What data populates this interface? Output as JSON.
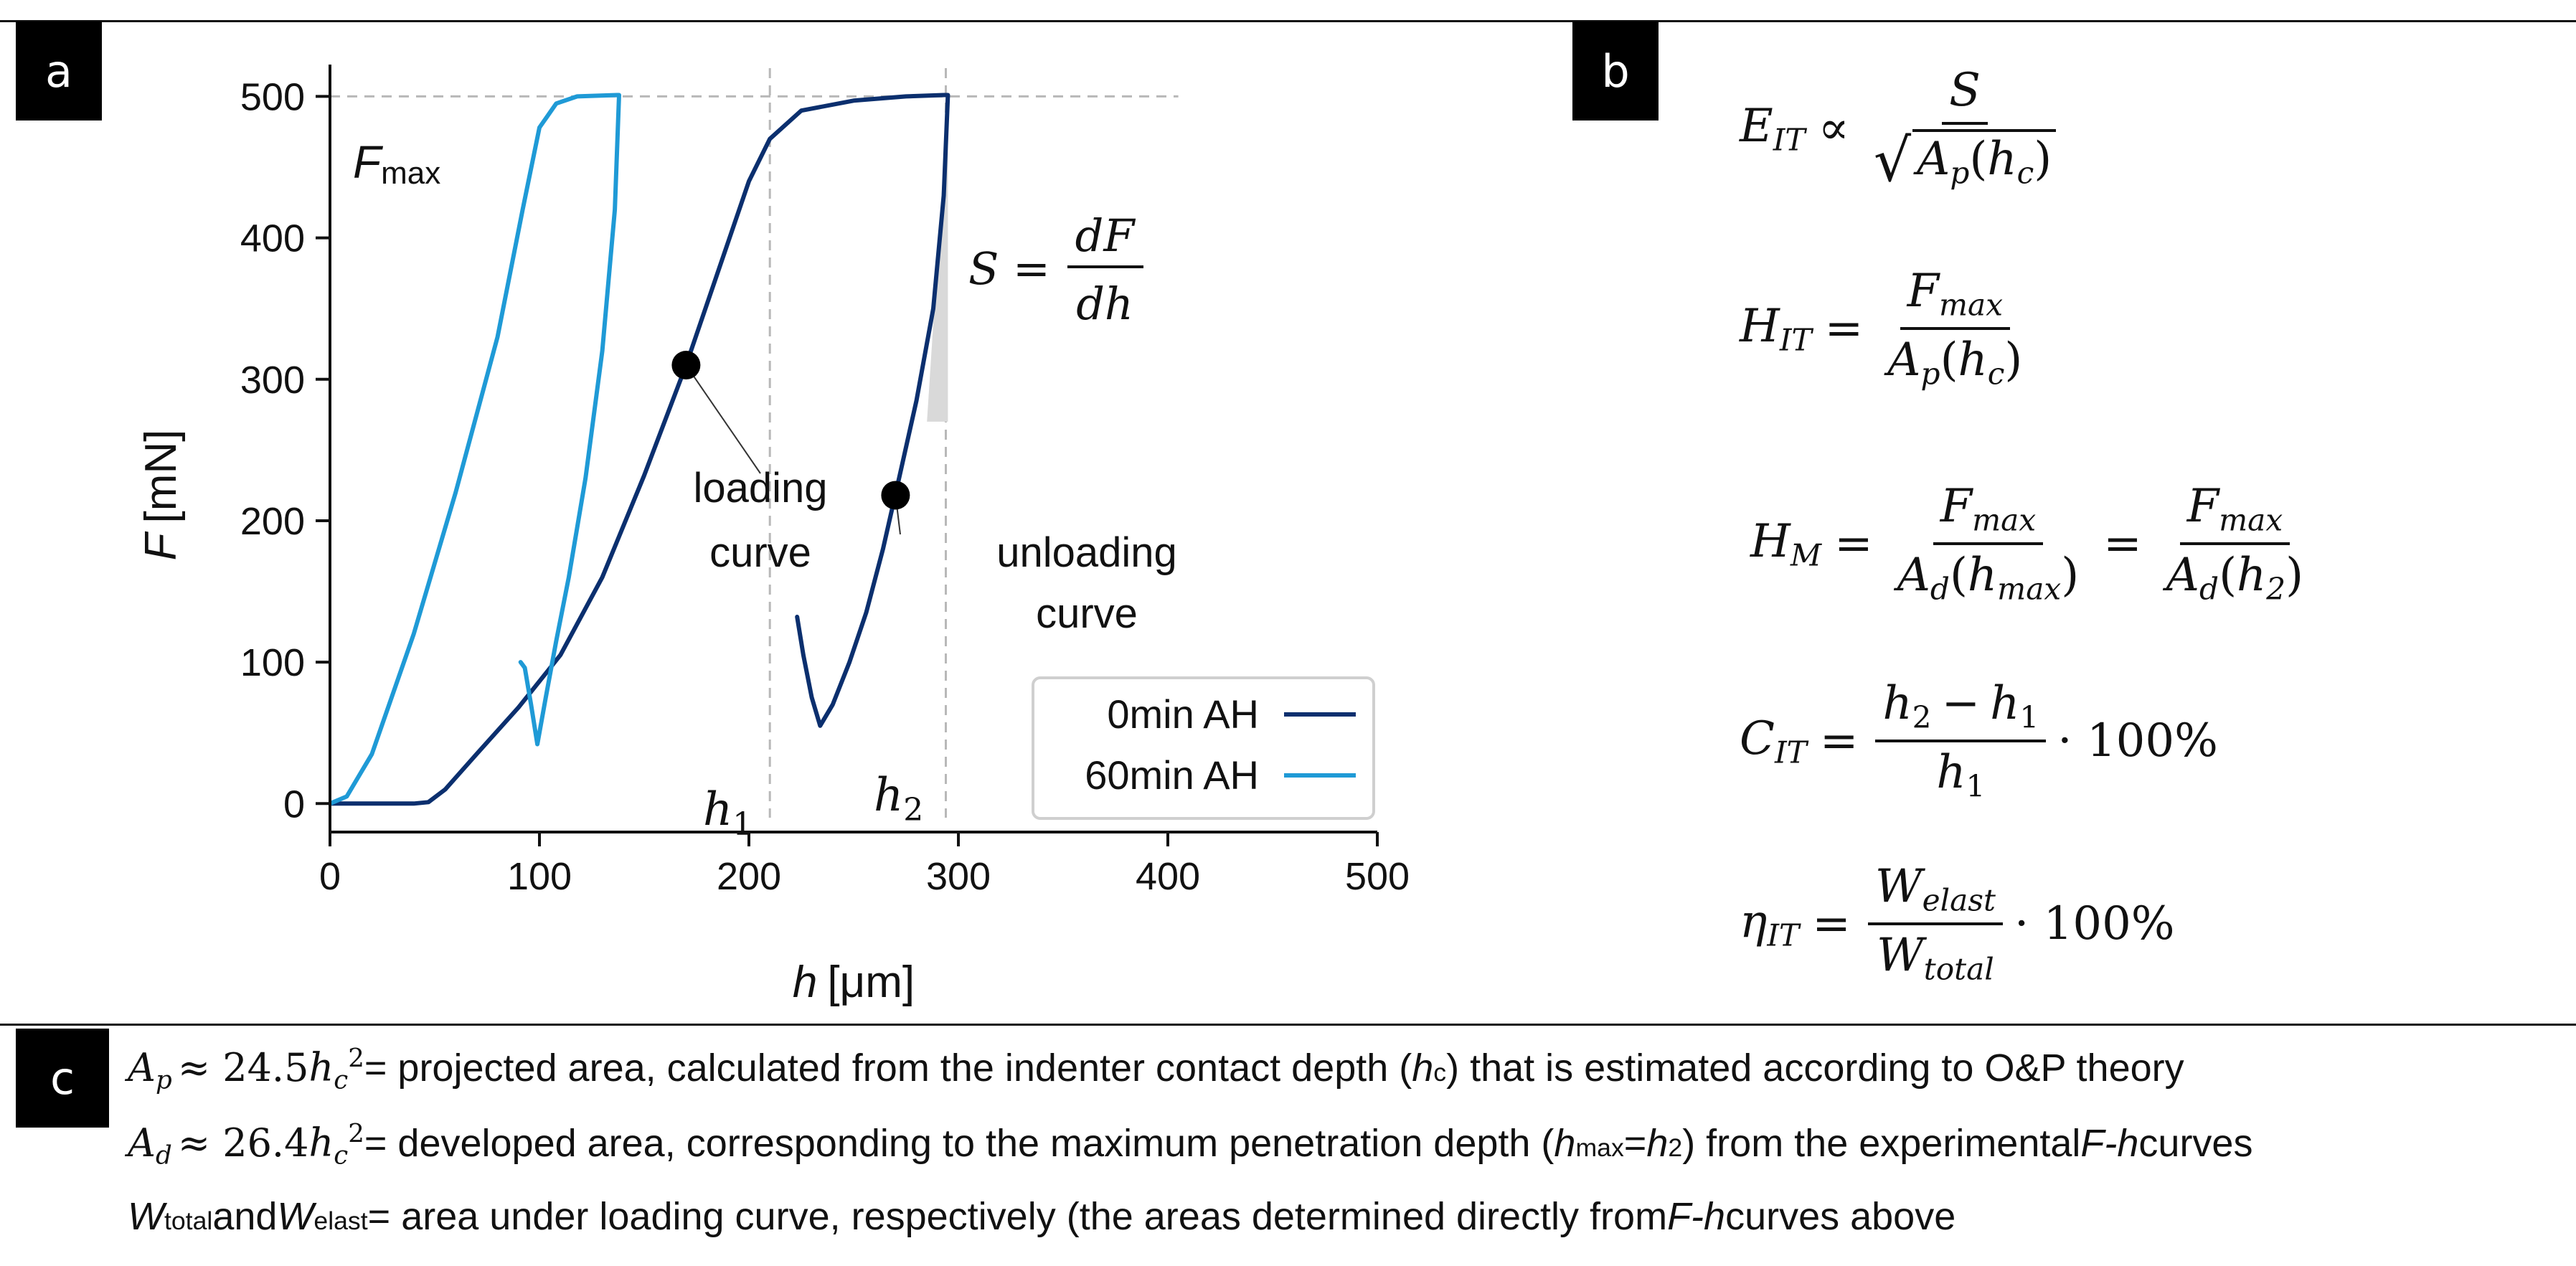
{
  "panels": {
    "a": "a",
    "b": "b",
    "c": "c"
  },
  "chart_data": {
    "type": "line",
    "xlabel_var": "h",
    "xlabel_unit": "[μm]",
    "ylabel_var": "F",
    "ylabel_unit": "[mN]",
    "xlim": [
      0,
      500
    ],
    "ylim": [
      -10,
      520
    ],
    "x_ticks": [
      0,
      100,
      200,
      300,
      400,
      500
    ],
    "y_ticks": [
      0,
      100,
      200,
      300,
      400,
      500
    ],
    "legend_position": "lower-right",
    "colors": {
      "0min": "#0b2f6e",
      "60min": "#1f9ad6",
      "guide": "#b8b8b8",
      "shade": "#d9d9d9"
    },
    "series": [
      {
        "name": "0min AH",
        "loading": [
          [
            0,
            0
          ],
          [
            20,
            0
          ],
          [
            40,
            0
          ],
          [
            47,
            1
          ],
          [
            55,
            10
          ],
          [
            70,
            35
          ],
          [
            90,
            68
          ],
          [
            110,
            105
          ],
          [
            130,
            160
          ],
          [
            150,
            232
          ],
          [
            170,
            310
          ],
          [
            185,
            375
          ],
          [
            200,
            440
          ],
          [
            210,
            470
          ],
          [
            225,
            490
          ],
          [
            250,
            497
          ],
          [
            275,
            500
          ],
          [
            293,
            501
          ]
        ],
        "unloading": [
          [
            295,
            501
          ],
          [
            293,
            430
          ],
          [
            288,
            350
          ],
          [
            280,
            285
          ],
          [
            272,
            232
          ],
          [
            264,
            180
          ],
          [
            256,
            135
          ],
          [
            248,
            100
          ],
          [
            240,
            70
          ],
          [
            234,
            55
          ],
          [
            230,
            75
          ],
          [
            226,
            105
          ],
          [
            223,
            132
          ]
        ]
      },
      {
        "name": "60min AH",
        "loading": [
          [
            0,
            0
          ],
          [
            8,
            5
          ],
          [
            20,
            35
          ],
          [
            40,
            120
          ],
          [
            60,
            220
          ],
          [
            80,
            330
          ],
          [
            92,
            420
          ],
          [
            100,
            478
          ],
          [
            108,
            495
          ],
          [
            118,
            500
          ],
          [
            137,
            501
          ]
        ],
        "unloading": [
          [
            138,
            501
          ],
          [
            136,
            420
          ],
          [
            130,
            320
          ],
          [
            122,
            230
          ],
          [
            114,
            160
          ],
          [
            108,
            115
          ],
          [
            103,
            75
          ],
          [
            99,
            42
          ],
          [
            96,
            70
          ],
          [
            93,
            96
          ],
          [
            91,
            100
          ]
        ]
      }
    ],
    "markers": [
      {
        "x": 170,
        "y": 310,
        "label": [
          "loading",
          "curve"
        ]
      },
      {
        "x": 270,
        "y": 218,
        "label": [
          "unloading",
          "curve"
        ]
      }
    ],
    "guides": {
      "h1": 210,
      "h2": 294,
      "fmax": 500
    },
    "annotations": {
      "fmax_var": "F",
      "fmax_sub": "max",
      "h1_var": "h",
      "h1_sub": "1",
      "h2_var": "h",
      "h2_sub": "2"
    },
    "stiffness": {
      "lhs": "S",
      "eq": "=",
      "num": "dF",
      "den": "dh"
    }
  },
  "equations": {
    "e1": {
      "lhs": "E",
      "lhs_sub": "IT",
      "op": "∝",
      "num": "S",
      "den_var": "A",
      "den_sub": "p",
      "den_arg_var": "h",
      "den_arg_sub": "c"
    },
    "e2": {
      "lhs": "H",
      "lhs_sub": "IT",
      "op": "=",
      "num_var": "F",
      "num_sub": "max",
      "den_var": "A",
      "den_sub": "p",
      "den_arg_var": "h",
      "den_arg_sub": "c"
    },
    "e3": {
      "lhs": "H",
      "lhs_sub": "M",
      "op": "=",
      "num_var": "F",
      "num_sub": "max",
      "den_var": "A",
      "den_sub": "d",
      "den_arg_var": "h",
      "den_arg_sub": "max",
      "op2": "=",
      "num2_var": "F",
      "num2_sub": "max",
      "den2_var": "A",
      "den2_sub": "d",
      "den2_arg_var": "h",
      "den2_arg_sub": "2"
    },
    "e4": {
      "lhs": "C",
      "lhs_sub": "IT",
      "op": "=",
      "num_a": "h",
      "num_a_sub": "2",
      "num_minus": "−",
      "num_b": "h",
      "num_b_sub": "1",
      "den_var": "h",
      "den_sub": "1",
      "tail": "· 100%"
    },
    "e5": {
      "lhs": "η",
      "lhs_sub": "IT",
      "op": "=",
      "num_var": "W",
      "num_sub": "elast",
      "den_var": "W",
      "den_sub": "total",
      "tail": "· 100%"
    }
  },
  "notes": {
    "n1": {
      "var": "A",
      "sub": "p",
      "approx": "≈ 24.5",
      "h": "h",
      "h_sub": "c",
      "h_sup": "2",
      "text1": " = projected area, calculated from the indenter contact depth (",
      "hc": "h",
      "hc_sub": "c",
      "text2": ") that is estimated according to O&P theory"
    },
    "n2": {
      "var": "A",
      "sub": "d",
      "approx": "≈ 26.4",
      "h": "h",
      "h_sub": "c",
      "h_sup": "2",
      "text1": " = developed area, corresponding to the maximum penetration depth (",
      "hm": "h",
      "hm_sub": "max",
      "mid": "=",
      "h2": "h",
      "h2_sub": "2",
      "text2": ") from the experimental ",
      "fh": "F-h",
      "text3": " curves"
    },
    "n3": {
      "w1": "W",
      "w1_sub": "total",
      "and": " and ",
      "w2": "W",
      "w2_sub": "elast",
      "text1": " = area under loading curve, respectively (the areas determined directly from ",
      "fh": "F-h",
      "text2": " curves above"
    }
  }
}
